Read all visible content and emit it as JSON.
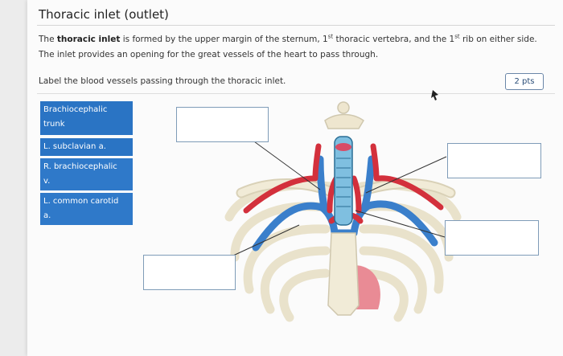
{
  "question": {
    "title": "Thoracic inlet (outlet)",
    "desc_prefix": "The ",
    "desc_bold": "thoracic inlet",
    "desc_part1": " is formed by the upper margin of the sternum, 1",
    "desc_sup1": "st",
    "desc_part2": " thoracic vertebra, and the 1",
    "desc_sup2": "st",
    "desc_part3": " rib on either side.",
    "desc_line2": "The inlet provides an opening for the great vessels of the heart to pass through.",
    "prompt": "Label the blood vessels passing through the thoracic inlet.",
    "points": "2 pts"
  },
  "answer_bank": [
    {
      "line1": "Brachiocephalic",
      "line2": "trunk"
    },
    {
      "line1": "L. subclavian a.",
      "line2": ""
    },
    {
      "line1": "R. brachiocephalic",
      "line2": "v."
    },
    {
      "line1": "L. common carotid",
      "line2": "a."
    }
  ],
  "colors": {
    "artery": "#d3303c",
    "vein": "#3a7fcb",
    "bone": "#f1ebd7",
    "tile": "#2a74c4"
  }
}
